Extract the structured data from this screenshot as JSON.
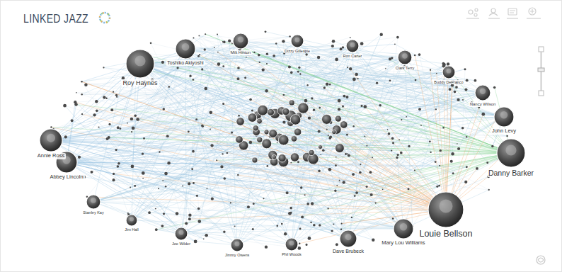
{
  "diagram": {
    "title": "LINKED JAZZ",
    "nodes": [
      {
        "text": [
          "Roy Haynes"
        ]
      },
      {
        "text": [
          "Toshiko Akiyoshi"
        ]
      },
      {
        "text": [
          "Milt Hinton"
        ]
      },
      {
        "text": [
          "Dizzy Gillespie"
        ]
      },
      {
        "text": [
          "Ron Carter"
        ]
      },
      {
        "text": [
          "Clark Terry"
        ]
      },
      {
        "text": [
          "Buddy DeFranco"
        ]
      },
      {
        "text": [
          "Nancy Wilson"
        ]
      },
      {
        "text": [
          "John Levy"
        ]
      },
      {
        "text": [
          "Danny Barker"
        ]
      },
      {
        "text": [
          "Louie Bellson"
        ]
      },
      {
        "text": [
          "Mary Lou Williams"
        ]
      },
      {
        "text": [
          "Dave Brubeck"
        ]
      },
      {
        "text": [
          "Phil Woods"
        ]
      },
      {
        "text": [
          "Jimmy Owens"
        ]
      },
      {
        "text": [
          "Joe Wilder"
        ]
      },
      {
        "text": [
          "Jim Hall"
        ]
      },
      {
        "text": [
          "Stanley Kay"
        ]
      },
      {
        "text": [
          "Abbey Lincoln"
        ]
      },
      {
        "text": [
          "Annie Ross"
        ]
      }
    ]
  }
}
